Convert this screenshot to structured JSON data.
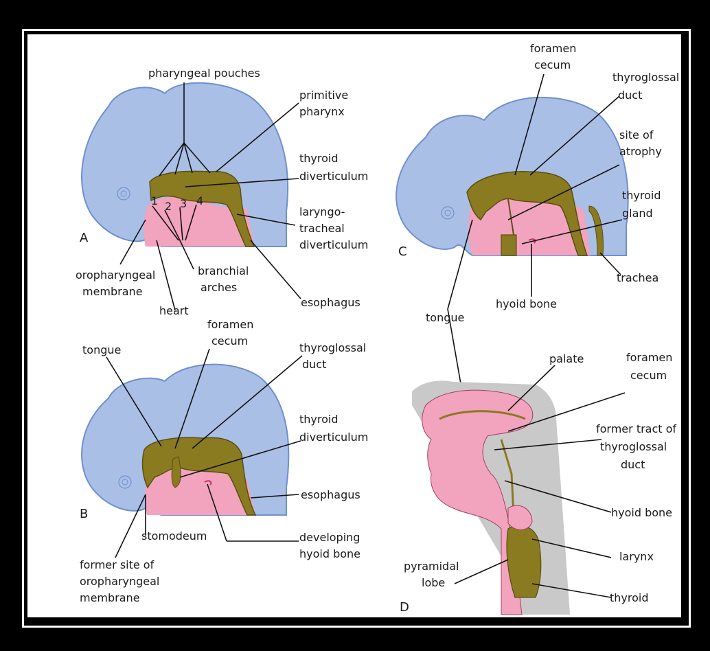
{
  "colors": {
    "blue": "#a9bfe6",
    "blue_edge": "#6f8fd0",
    "pink": "#f2a3bd",
    "olive": "#8a7a20",
    "olive_dark": "#5a4f12",
    "grey": "#c9c9c9"
  },
  "panels": {
    "a": {
      "tag": "A",
      "labels": {
        "pharyngeal_pouches": "pharyngeal pouches",
        "primitive_1": "primitive",
        "primitive_2": "pharynx",
        "thyroid_div_1": "thyroid",
        "thyroid_div_2": "diverticulum",
        "laryngo_1": "laryngo-",
        "laryngo_2": "tracheal",
        "laryngo_3": "diverticulum",
        "oro_1": "oropharyngeal",
        "oro_2": "membrane",
        "branchial_1": "branchial",
        "branchial_2": "arches",
        "heart": "heart",
        "esophagus": "esophagus",
        "arch_nums": [
          "1",
          "2",
          "3",
          "4"
        ]
      }
    },
    "b": {
      "tag": "B",
      "labels": {
        "tongue": "tongue",
        "foramen_1": "foramen",
        "foramen_2": "cecum",
        "thyroglossal_1": "thyroglossal",
        "thyroglossal_2": "duct",
        "thyroid_div_1": "thyroid",
        "thyroid_div_2": "diverticulum",
        "esophagus": "esophagus",
        "stomodeum": "stomodeum",
        "developing_1": "developing",
        "developing_2": "hyoid bone",
        "former_1": "former site of",
        "former_2": "oropharyngeal",
        "former_3": "membrane"
      }
    },
    "c": {
      "tag": "C",
      "labels": {
        "foramen_1": "foramen",
        "foramen_2": "cecum",
        "thyroglossal_1": "thyroglossal",
        "thyroglossal_2": "duct",
        "site_1": "site of",
        "site_2": "atrophy",
        "thyroid_1": "thyroid",
        "thyroid_2": "gland",
        "trachea": "trachea",
        "hyoid": "hyoid bone",
        "tongue": "tongue"
      }
    },
    "d": {
      "tag": "D",
      "labels": {
        "palate": "palate",
        "foramen_1": "foramen",
        "foramen_2": "cecum",
        "former_1": "former tract of",
        "former_2": "thyroglossal",
        "former_3": "duct",
        "hyoid": "hyoid bone",
        "larynx": "larynx",
        "pyramidal_1": "pyramidal",
        "pyramidal_2": "lobe",
        "thyroid": "thyroid"
      }
    }
  }
}
